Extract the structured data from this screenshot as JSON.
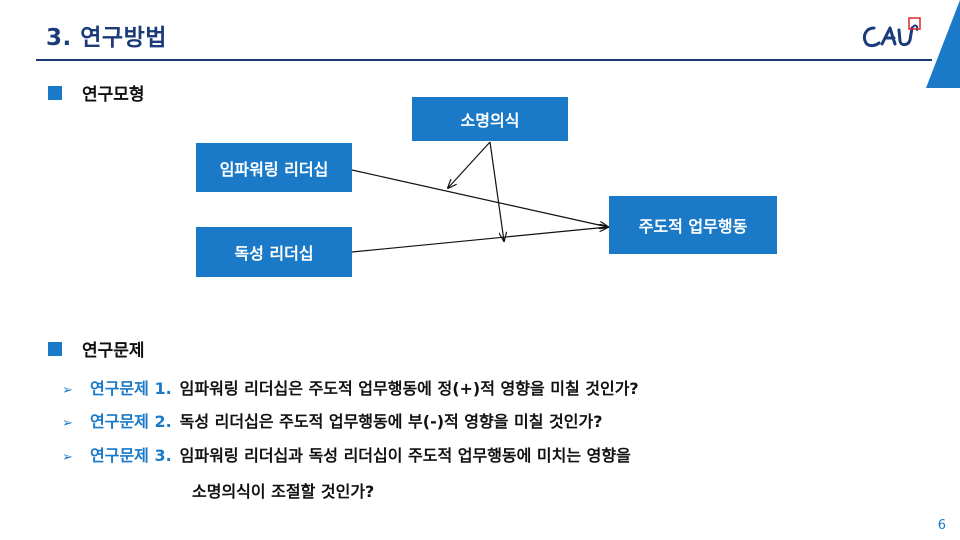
{
  "slide": {
    "title": "3. 연구방법",
    "logo_text": "CAU",
    "page_number": "6"
  },
  "model_section": {
    "heading": "연구모형",
    "boxes": {
      "moderator": "소명의식",
      "iv1": "임파워링 리더십",
      "iv2": "독성 리더십",
      "dv": "주도적 업무행동"
    }
  },
  "questions_section": {
    "heading": "연구문제",
    "items": [
      {
        "label": "연구문제 1.",
        "text": "임파워링 리더십은 주도적 업무행동에 정(+)적 영향을 미칠 것인가?"
      },
      {
        "label": "연구문제 2.",
        "text": "독성 리더십은 주도적 업무행동에 부(-)적 영향을 미칠 것인가?"
      },
      {
        "label": "연구문제 3.",
        "text": "임파워링 리더십과 독성 리더십이 주도적 업무행동에 미치는 영향을",
        "continuation": "소명의식이 조절할 것인가?"
      }
    ]
  },
  "colors": {
    "title": "#1b3a7a",
    "accent": "#1a7ac8"
  },
  "icons": [
    "arrow-bullet-icon",
    "square-bullet-icon"
  ]
}
